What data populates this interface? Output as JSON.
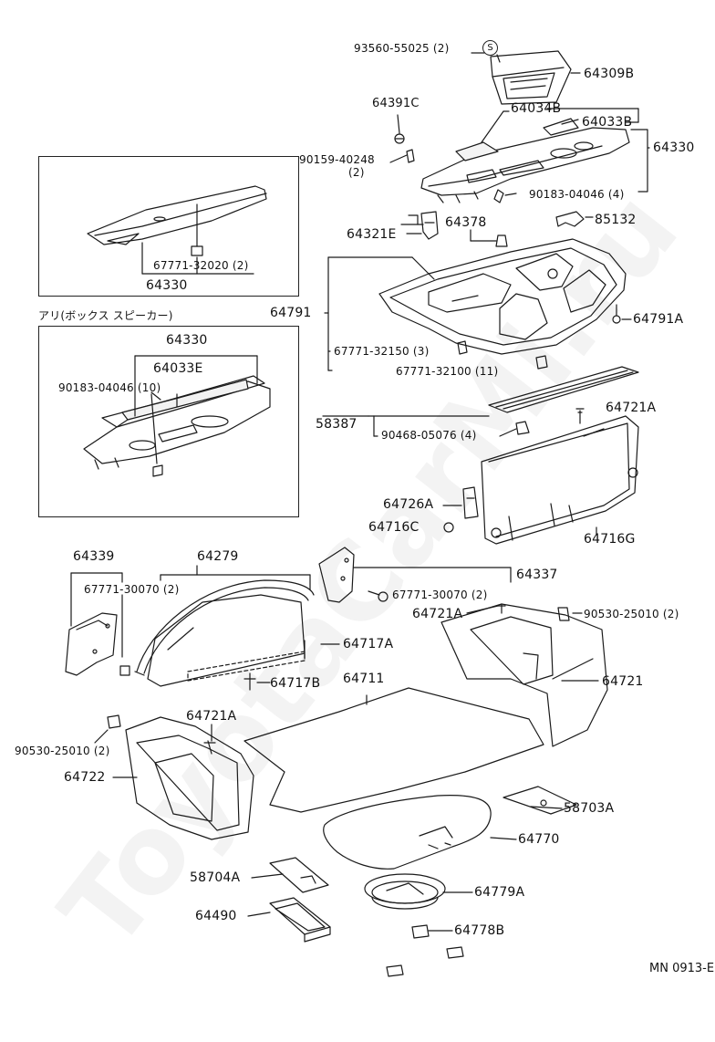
{
  "watermark": "ToyotaCarMi.ru",
  "drawing_ref": "MN 0913-E",
  "s_mark": "S",
  "inset_caption": "アリ(ボックス スピーカー)",
  "labels": {
    "p93560": "93560-55025 (2)",
    "p64309B": "64309B",
    "p64391C": "64391C",
    "p64034B": "64034B",
    "p64033B": "64033B",
    "p64330_main": "64330",
    "p90159": "90159-40248",
    "p90159_qty": "(2)",
    "p90183_main": "90183-04046 (4)",
    "p64321E": "64321E",
    "p64378": "64378",
    "p85132": "85132",
    "p64791": "64791",
    "p64791A": "64791A",
    "p67771_32150": "67771-32150 (3)",
    "p67771_32100": "67771-32100 (11)",
    "p58387": "58387",
    "p90468": "90468-05076 (4)",
    "p64721A_1": "64721A",
    "p64726A": "64726A",
    "p64716C": "64716C",
    "p64716G": "64716G",
    "inset1_clip": "67771-32020 (2)",
    "inset1_part": "64330",
    "inset2_part": "64330",
    "inset2_sub": "64033E",
    "inset2_clip": "90183-04046 (10)",
    "p64339": "64339",
    "p67771_30070_l": "67771-30070 (2)",
    "p64279": "64279",
    "p64337": "64337",
    "p67771_30070_r": "67771-30070 (2)",
    "p64721A_2": "64721A",
    "p90530_r": "90530-25010 (2)",
    "p64717A": "64717A",
    "p64717B": "64717B",
    "p64711": "64711",
    "p64721": "64721",
    "p64721A_3": "64721A",
    "p90530_l": "90530-25010 (2)",
    "p64722": "64722",
    "p58703A": "58703A",
    "p64770": "64770",
    "p58704A": "58704A",
    "p64779A": "64779A",
    "p64490": "64490",
    "p64778B": "64778B"
  }
}
